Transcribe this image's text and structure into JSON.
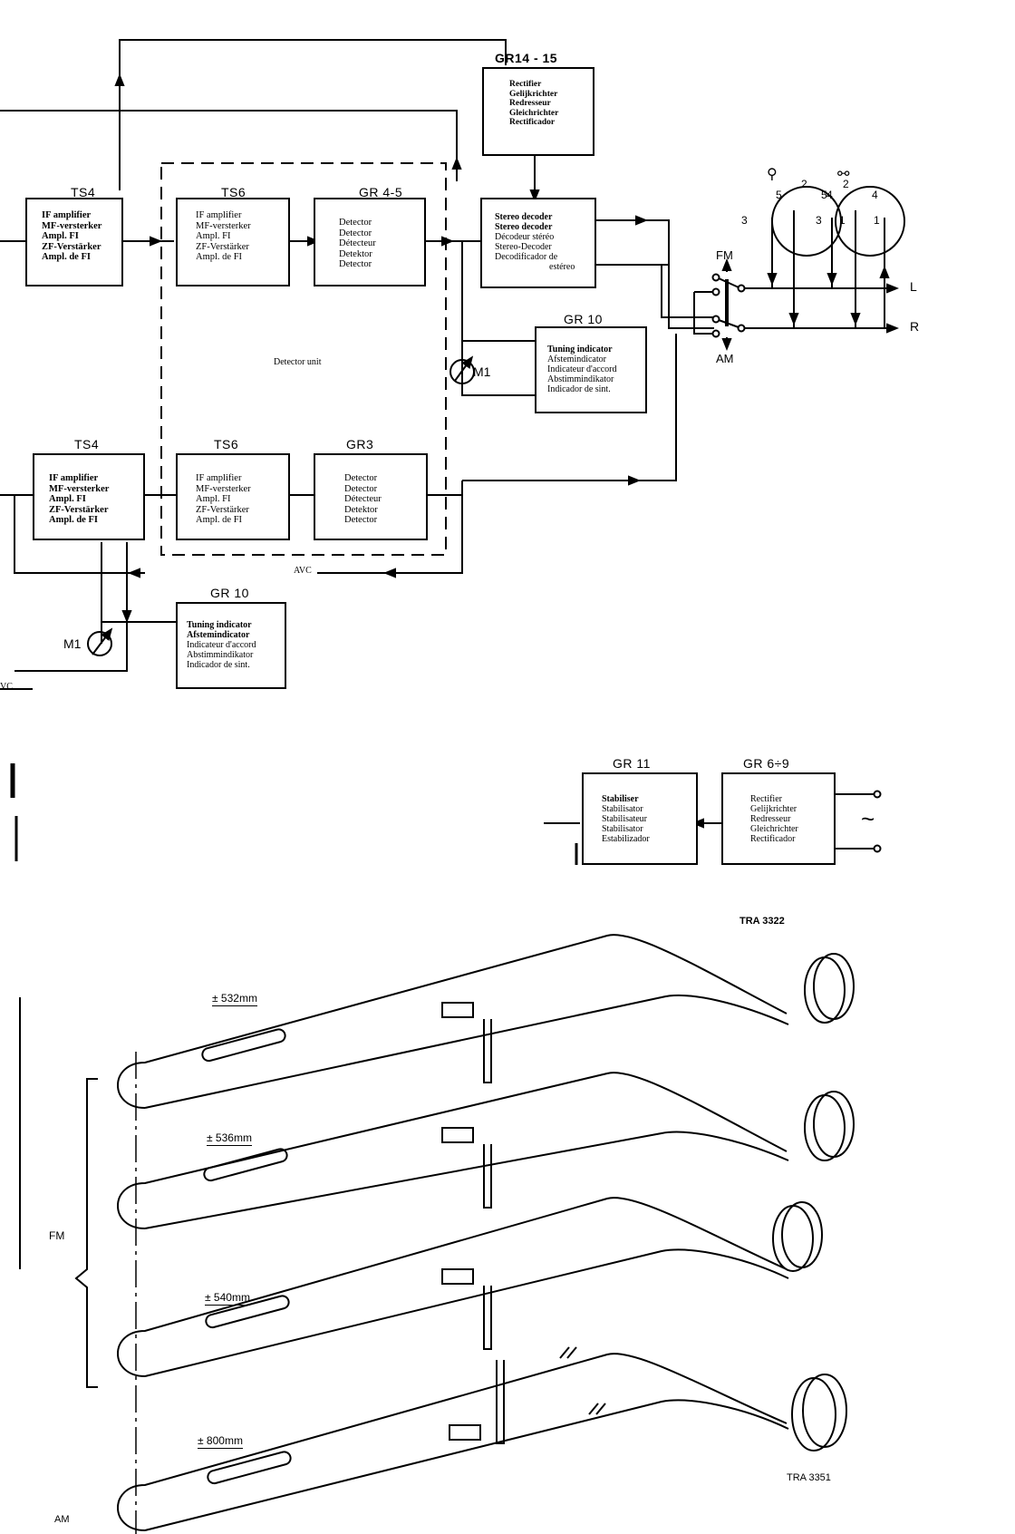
{
  "diagram": {
    "title": "Block diagram – IF / detector / stereo decoder section",
    "blocks": {
      "gr14_15": {
        "ref": "GR14",
        "ref_suffix": "- 15",
        "lines": [
          "Rectifier",
          "Gelijkrichter",
          "Redresseur",
          "Gleichrichter",
          "Rectificador"
        ]
      },
      "ts4_fm": {
        "ref": "TS4",
        "lines": [
          "IF amplifier",
          "MF-versterker",
          "Ampl. FI",
          "ZF-Verstärker",
          "Ampl. de FI"
        ]
      },
      "ts6_fm": {
        "ref": "TS6",
        "lines": [
          "IF amplifier",
          "MF-versterker",
          "Ampl. FI",
          "ZF-Verstärker",
          "Ampl. de FI"
        ]
      },
      "gr4_5": {
        "ref": "GR 4-5",
        "lines": [
          "Detector",
          "Detector",
          "Détecteur",
          "Detektor",
          "Detector"
        ]
      },
      "stereo_decoder": {
        "lines": [
          "Stereo decoder",
          "Stereo decoder",
          "Décodeur stéréo",
          "Stereo-Decoder",
          "Decodificador de",
          "estéreo"
        ]
      },
      "gr10_fm": {
        "ref": "GR 10",
        "lines": [
          "Tuning indicator",
          "Afstemindicator",
          "Indicateur d'accord",
          "Abstimmindikator",
          "Indicador de sint."
        ]
      },
      "ts4_am": {
        "ref": "TS4",
        "lines": [
          "IF amplifier",
          "MF-versterker",
          "Ampl. FI",
          "ZF-Verstärker",
          "Ampl. de FI"
        ]
      },
      "ts6_am": {
        "ref": "TS6",
        "lines": [
          "IF amplifier",
          "MF-versterker",
          "Ampl. FI",
          "ZF-Verstärker",
          "Ampl. de FI"
        ]
      },
      "gr3": {
        "ref": "GR3",
        "lines": [
          "Detector",
          "Detector",
          "Détecteur",
          "Detektor",
          "Detector"
        ]
      },
      "gr10_am": {
        "ref": "GR 10",
        "lines": [
          "Tuning indicator",
          "Afstemindicator",
          "Indicateur d'accord",
          "Abstimmindikator",
          "Indicador de sint."
        ]
      },
      "gr11": {
        "ref": "GR 11",
        "lines": [
          "Stabiliser",
          "Stabilisator",
          "Stabilisateur",
          "Stabilisator",
          "Estabilizador"
        ]
      },
      "gr6_9": {
        "ref": "GR 6÷9",
        "lines": [
          "Rectifier",
          "Gelijkrichter",
          "Redresseur",
          "Gleichrichter",
          "Rectificador"
        ]
      }
    },
    "labels": {
      "detector_unit": "Detector unit",
      "avc": "AVC",
      "avc_left": "VC",
      "meter_fm": "M1",
      "meter_am": "M1",
      "switch_fm": "FM",
      "switch_am": "AM",
      "out_left": "L",
      "out_right": "R",
      "socket1_pins": [
        "5",
        "2",
        "4",
        "3",
        "1"
      ],
      "socket2_pins": [
        "5",
        "2",
        "4",
        "3",
        "1"
      ],
      "ac_symbol": "~",
      "ref_top": "TRA 3322"
    }
  },
  "antenna_drawing": {
    "group_fm": "FM",
    "group_am": "AM",
    "cords": [
      {
        "length": "± 532mm"
      },
      {
        "length": "± 536mm"
      },
      {
        "length": "± 540mm"
      },
      {
        "length": "± 800mm"
      }
    ],
    "ref_bottom": "TRA 3351"
  }
}
